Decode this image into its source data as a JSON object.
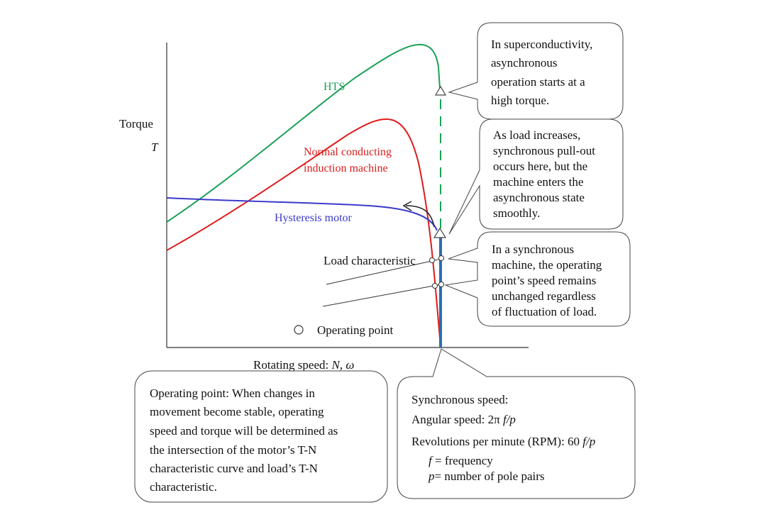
{
  "axes": {
    "y_label_line1": "Torque",
    "y_label_line2": "T",
    "x_label_prefix": "Rotating speed: ",
    "x_label_italic": "N, ω"
  },
  "curves": {
    "hts": {
      "label": "HTS",
      "color": "#1aa155"
    },
    "normal": {
      "label_line1": "Normal conducting",
      "label_line2": "induction machine",
      "color": "#dd1c1c"
    },
    "hysteresis": {
      "label": "Hysteresis motor",
      "color": "#3a3acb"
    },
    "synchronous_line_color": "#2a6db5"
  },
  "load_label": "Load characteristic",
  "legend": {
    "symbol": "○",
    "text": "Operating point"
  },
  "callouts": {
    "superconductivity": {
      "lines": [
        "In superconductivity,",
        "asynchronous",
        "operation starts at a",
        "high torque."
      ]
    },
    "pullout": {
      "lines": [
        "As load increases,",
        "synchronous pull-out",
        "occurs here, but the",
        "machine enters the",
        "asynchronous state",
        "smoothly."
      ]
    },
    "synchronous": {
      "lines": [
        "In a synchronous",
        "machine, the operating",
        "point’s speed remains",
        "unchanged regardless",
        "of fluctuation of load."
      ]
    },
    "operating_point": {
      "lines": [
        "Operating point: When changes in",
        "movement become stable, operating",
        "speed and torque will be determined as",
        "the intersection of the motor’s T-N",
        "characteristic curve and load’s T-N",
        "characteristic."
      ]
    },
    "sync_speed": {
      "line1": "Synchronous speed:",
      "line2_prefix": "Angular speed: 2π ",
      "line2_italic": "f/p",
      "line3_prefix": "Revolutions per minute (RPM): 60 ",
      "line3_italic": "f/p",
      "def1_italic": "f",
      "def1_rest": " = frequency",
      "def2_italic": "p",
      "def2_rest": "= number of pole pairs"
    }
  }
}
